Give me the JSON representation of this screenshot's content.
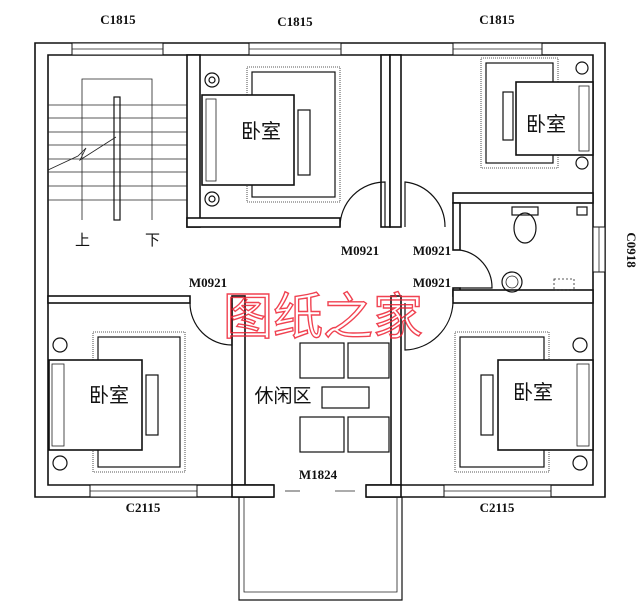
{
  "windows": {
    "top_left": "C1815",
    "top_middle": "C1815",
    "top_right": "C1815",
    "bathroom": "C0918",
    "bottom_left": "C2115",
    "bottom_right": "C2115"
  },
  "doors": {
    "bedroom_top_middle": "M0921",
    "bedroom_top_right": "M0921",
    "bedroom_bottom_left": "M0921",
    "bathroom": "M0921",
    "balcony": "M1824"
  },
  "rooms": {
    "bedroom_top_middle": "卧室",
    "bedroom_top_right": "卧室",
    "bedroom_bottom_left": "卧室",
    "bedroom_bottom_right": "卧室",
    "lounge": "休闲区"
  },
  "stairs": {
    "up": "上",
    "down": "下"
  },
  "watermark": "图纸之家",
  "colors": {
    "walls": "#111111",
    "watermark": "#e22233"
  }
}
